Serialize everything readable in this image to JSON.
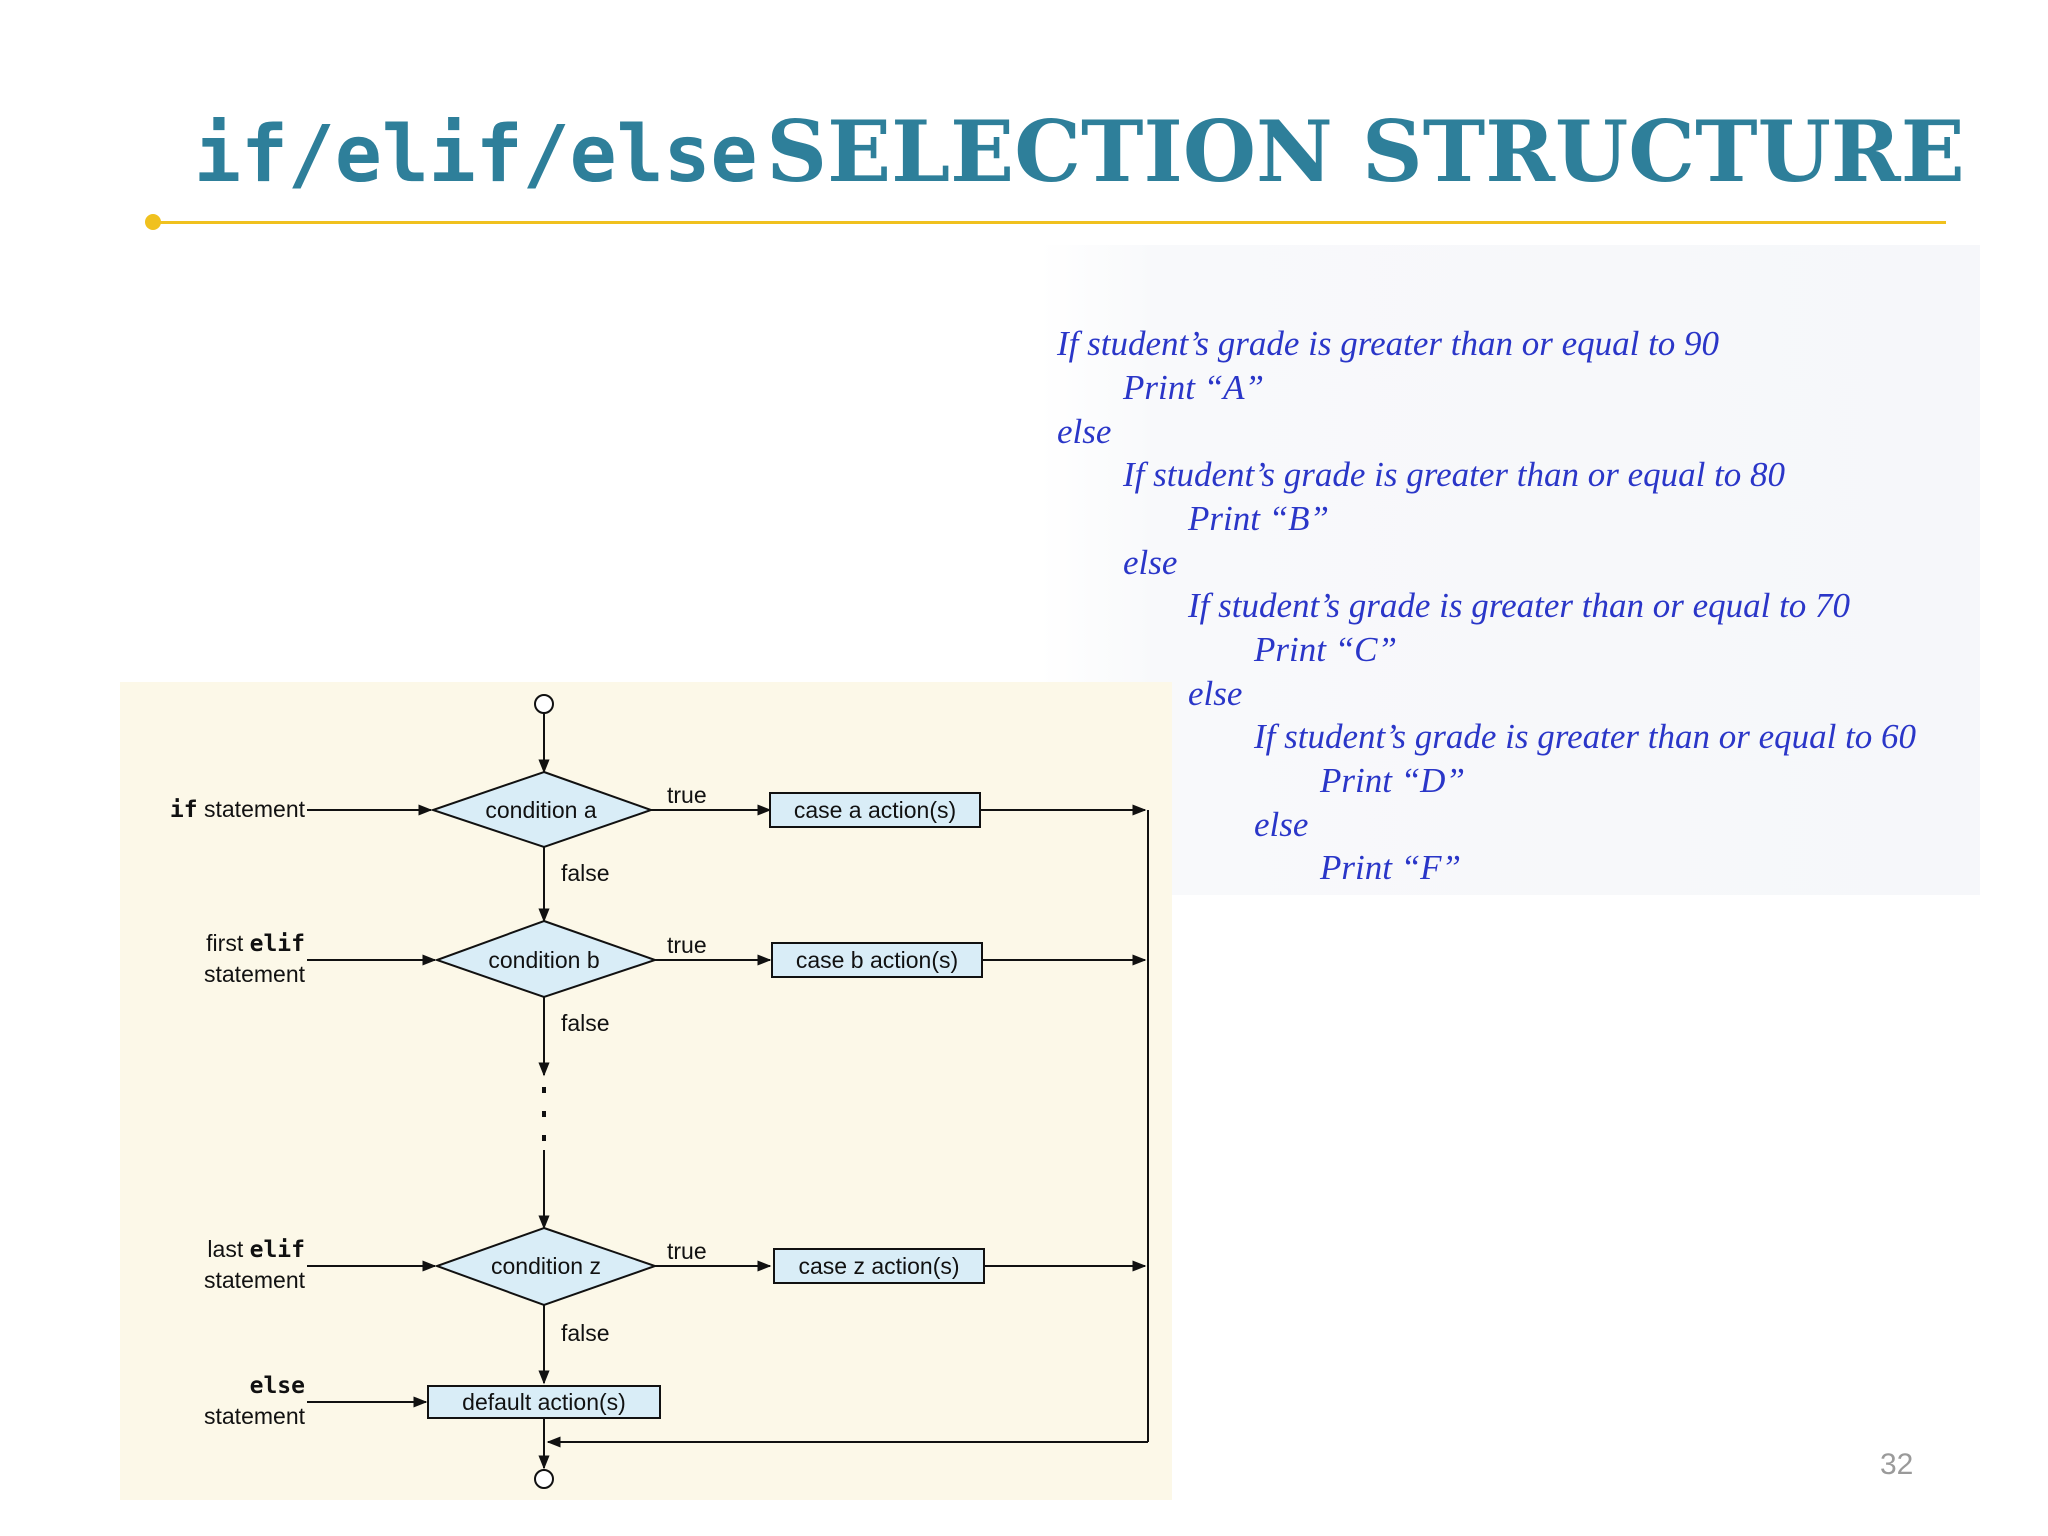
{
  "slide": {
    "title_code": "if/elif/else",
    "title_text": "SELECTION STRUCTURE",
    "page_number": "32",
    "accent_color": "#f0c11e",
    "title_color": "#2e7f9a"
  },
  "pseudocode": {
    "color": "#2a36c8",
    "lines": [
      "If student’s grade is greater than or equal to 90",
      "Print “A”",
      "else",
      "If student’s grade is greater than or equal to 80",
      "Print “B”",
      "else",
      "If student’s grade is greater than or equal to 70",
      "Print “C”",
      "else",
      "If student’s grade is greater than or equal to 60",
      "Print “D”",
      "else",
      "Print “F”"
    ]
  },
  "flowchart": {
    "conditions": [
      "condition a",
      "condition b",
      "condition z"
    ],
    "actions": [
      "case a action(s)",
      "case b action(s)",
      "case z action(s)"
    ],
    "default_action": "default action(s)",
    "true_label": "true",
    "false_label": "false",
    "labels": {
      "if_keyword": "if",
      "if_suffix": " statement",
      "first_prefix": "first ",
      "elif_keyword": "elif",
      "statement": "statement",
      "last_prefix": "last ",
      "else_keyword": "else"
    },
    "colors": {
      "diamond_fill": "#d9edf7",
      "box_fill": "#d9edf7",
      "background": "#fcf8e8"
    }
  }
}
